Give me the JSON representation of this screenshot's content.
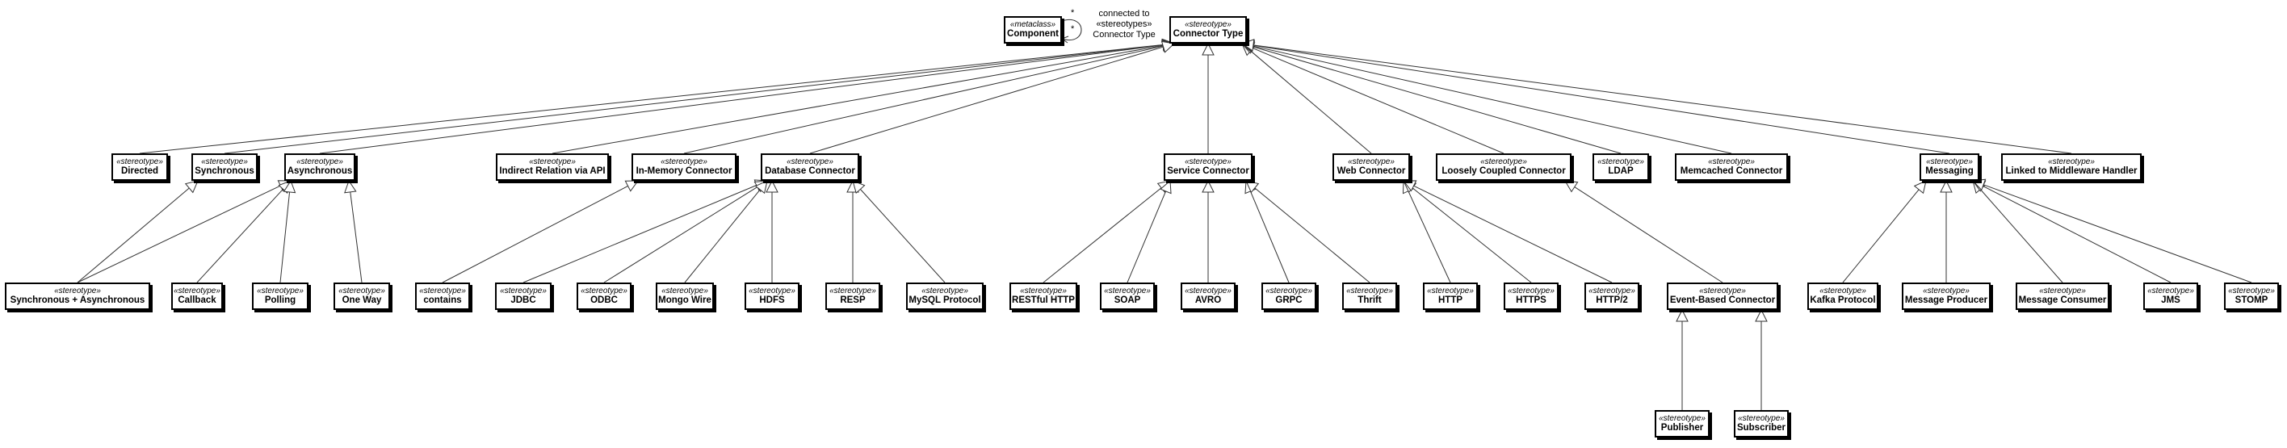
{
  "metaclass": {
    "stereotype": "«metaclass»",
    "name": "Component"
  },
  "self_assoc": {
    "note": "connected to «stereotypes» Connector Type",
    "mult_a": "*",
    "mult_b": "*"
  },
  "root": {
    "stereotype": "«stereotype»",
    "name": "Connector Type"
  },
  "level1": [
    {
      "id": "directed",
      "stereotype": "«stereotype»",
      "name": "Directed"
    },
    {
      "id": "synchronous",
      "stereotype": "«stereotype»",
      "name": "Synchronous"
    },
    {
      "id": "asynchronous",
      "stereotype": "«stereotype»",
      "name": "Asynchronous"
    },
    {
      "id": "indirect",
      "stereotype": "«stereotype»",
      "name": "Indirect Relation via API"
    },
    {
      "id": "inmemory",
      "stereotype": "«stereotype»",
      "name": "In-Memory Connector"
    },
    {
      "id": "database",
      "stereotype": "«stereotype»",
      "name": "Database Connector"
    },
    {
      "id": "service",
      "stereotype": "«stereotype»",
      "name": "Service Connector"
    },
    {
      "id": "web",
      "stereotype": "«stereotype»",
      "name": "Web Connector"
    },
    {
      "id": "loose",
      "stereotype": "«stereotype»",
      "name": "Loosely Coupled Connector"
    },
    {
      "id": "ldap",
      "stereotype": "«stereotype»",
      "name": "LDAP"
    },
    {
      "id": "memcached",
      "stereotype": "«stereotype»",
      "name": "Memcached Connector"
    },
    {
      "id": "messaging",
      "stereotype": "«stereotype»",
      "name": "Messaging"
    },
    {
      "id": "middleware",
      "stereotype": "«stereotype»",
      "name": "Linked to Middleware Handler"
    }
  ],
  "level2": [
    {
      "id": "syncasync",
      "stereotype": "«stereotype»",
      "name": "Synchronous + Asynchronous"
    },
    {
      "id": "callback",
      "stereotype": "«stereotype»",
      "name": "Callback"
    },
    {
      "id": "polling",
      "stereotype": "«stereotype»",
      "name": "Polling"
    },
    {
      "id": "oneway",
      "stereotype": "«stereotype»",
      "name": "One Way"
    },
    {
      "id": "contains",
      "stereotype": "«stereotype»",
      "name": "contains"
    },
    {
      "id": "jdbc",
      "stereotype": "«stereotype»",
      "name": "JDBC"
    },
    {
      "id": "odbc",
      "stereotype": "«stereotype»",
      "name": "ODBC"
    },
    {
      "id": "mongo",
      "stereotype": "«stereotype»",
      "name": "Mongo Wire"
    },
    {
      "id": "hdfs",
      "stereotype": "«stereotype»",
      "name": "HDFS"
    },
    {
      "id": "resp",
      "stereotype": "«stereotype»",
      "name": "RESP"
    },
    {
      "id": "mysql",
      "stereotype": "«stereotype»",
      "name": "MySQL Protocol"
    },
    {
      "id": "restful",
      "stereotype": "«stereotype»",
      "name": "RESTful HTTP"
    },
    {
      "id": "soap",
      "stereotype": "«stereotype»",
      "name": "SOAP"
    },
    {
      "id": "avro",
      "stereotype": "«stereotype»",
      "name": "AVRO"
    },
    {
      "id": "grpc",
      "stereotype": "«stereotype»",
      "name": "GRPC"
    },
    {
      "id": "thrift",
      "stereotype": "«stereotype»",
      "name": "Thrift"
    },
    {
      "id": "http",
      "stereotype": "«stereotype»",
      "name": "HTTP"
    },
    {
      "id": "https",
      "stereotype": "«stereotype»",
      "name": "HTTPS"
    },
    {
      "id": "http2",
      "stereotype": "«stereotype»",
      "name": "HTTP/2"
    },
    {
      "id": "eventbased",
      "stereotype": "«stereotype»",
      "name": "Event-Based Connector"
    },
    {
      "id": "kafka",
      "stereotype": "«stereotype»",
      "name": "Kafka Protocol"
    },
    {
      "id": "producer",
      "stereotype": "«stereotype»",
      "name": "Message Producer"
    },
    {
      "id": "consumer",
      "stereotype": "«stereotype»",
      "name": "Message Consumer"
    },
    {
      "id": "jms",
      "stereotype": "«stereotype»",
      "name": "JMS"
    },
    {
      "id": "stomp",
      "stereotype": "«stereotype»",
      "name": "STOMP"
    }
  ],
  "level3": [
    {
      "id": "publisher",
      "stereotype": "«stereotype»",
      "name": "Publisher"
    },
    {
      "id": "subscriber",
      "stereotype": "«stereotype»",
      "name": "Subscriber"
    }
  ],
  "generalizations": [
    [
      "directed",
      "root"
    ],
    [
      "synchronous",
      "root"
    ],
    [
      "asynchronous",
      "root"
    ],
    [
      "indirect",
      "root"
    ],
    [
      "inmemory",
      "root"
    ],
    [
      "database",
      "root"
    ],
    [
      "service",
      "root"
    ],
    [
      "web",
      "root"
    ],
    [
      "loose",
      "root"
    ],
    [
      "ldap",
      "root"
    ],
    [
      "memcached",
      "root"
    ],
    [
      "messaging",
      "root"
    ],
    [
      "middleware",
      "root"
    ],
    [
      "syncasync",
      "synchronous"
    ],
    [
      "syncasync",
      "asynchronous"
    ],
    [
      "callback",
      "asynchronous"
    ],
    [
      "polling",
      "asynchronous"
    ],
    [
      "oneway",
      "asynchronous"
    ],
    [
      "contains",
      "inmemory"
    ],
    [
      "jdbc",
      "database"
    ],
    [
      "odbc",
      "database"
    ],
    [
      "mongo",
      "database"
    ],
    [
      "hdfs",
      "database"
    ],
    [
      "resp",
      "database"
    ],
    [
      "mysql",
      "database"
    ],
    [
      "restful",
      "service"
    ],
    [
      "soap",
      "service"
    ],
    [
      "avro",
      "service"
    ],
    [
      "grpc",
      "service"
    ],
    [
      "thrift",
      "service"
    ],
    [
      "http",
      "web"
    ],
    [
      "https",
      "web"
    ],
    [
      "http2",
      "web"
    ],
    [
      "eventbased",
      "loose"
    ],
    [
      "publisher",
      "eventbased"
    ],
    [
      "subscriber",
      "eventbased"
    ],
    [
      "kafka",
      "messaging"
    ],
    [
      "producer",
      "messaging"
    ],
    [
      "consumer",
      "messaging"
    ],
    [
      "jms",
      "messaging"
    ],
    [
      "stomp",
      "messaging"
    ]
  ]
}
